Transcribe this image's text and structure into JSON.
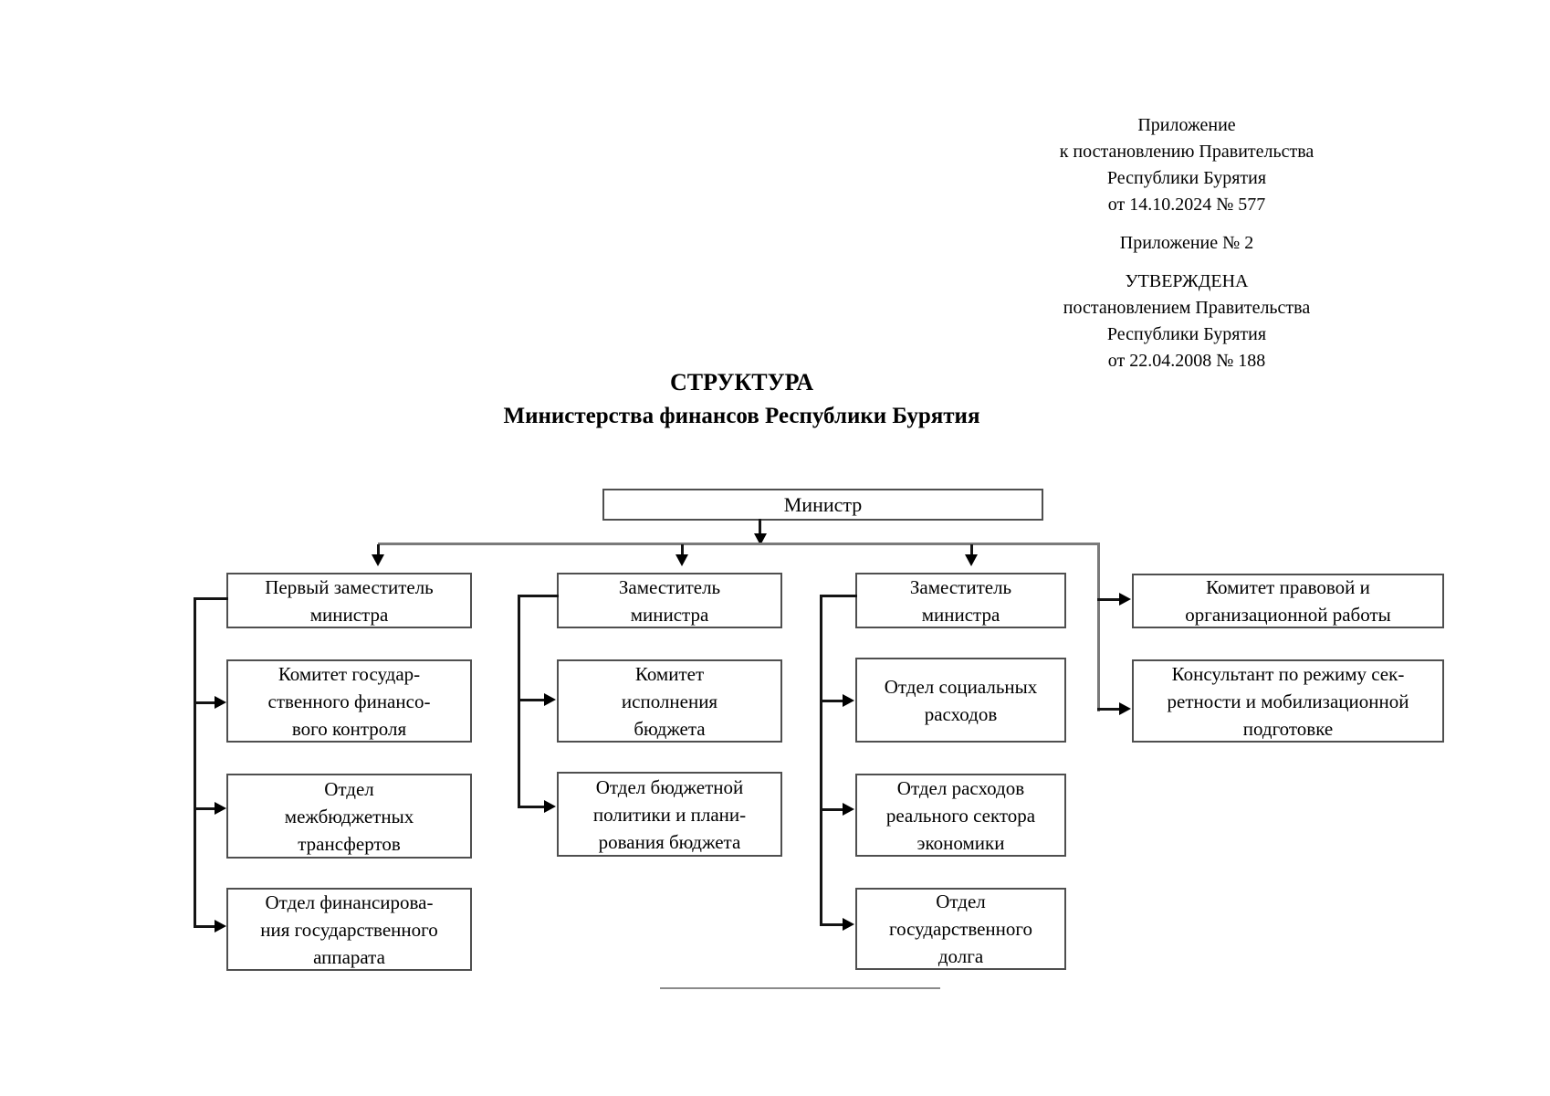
{
  "page": {
    "header": {
      "appendix1": [
        "Приложение",
        "к постановлению Правительства",
        "Республики Бурятия",
        "от 14.10.2024 № 577"
      ],
      "appendix2": "Приложение № 2",
      "approval": [
        "УТВЕРЖДЕНА",
        "постановлением Правительства",
        "Республики Бурятия",
        "от 22.04.2008 № 188"
      ]
    },
    "title": {
      "line1": "СТРУКТУРА",
      "line2": "Министерства финансов Республики Бурятия"
    }
  },
  "org_chart": {
    "root": "Министр",
    "columns": [
      {
        "head": "Первый заместитель\nминистра",
        "children": [
          "Комитет государ-\nственного финансо-\nвого контроля",
          "Отдел\nмежбюджетных\nтрансфертов",
          "Отдел финансирова-\nния государственного\nаппарата"
        ]
      },
      {
        "head": "Заместитель\nминистра",
        "children": [
          "Комитет\nисполнения\nбюджета",
          "Отдел бюджетной\nполитики и плани-\nрования бюджета"
        ]
      },
      {
        "head": "Заместитель\nминистра",
        "children": [
          "Отдел социальных\nрасходов",
          "Отдел расходов\nреального сектора\nэкономики",
          "Отдел\nгосударственного\nдолга"
        ]
      }
    ],
    "side_units": [
      "Комитет правовой и\nорганизационной работы",
      "Консультант по режиму сек-\nретности и мобилизационной\nподготовке"
    ]
  }
}
